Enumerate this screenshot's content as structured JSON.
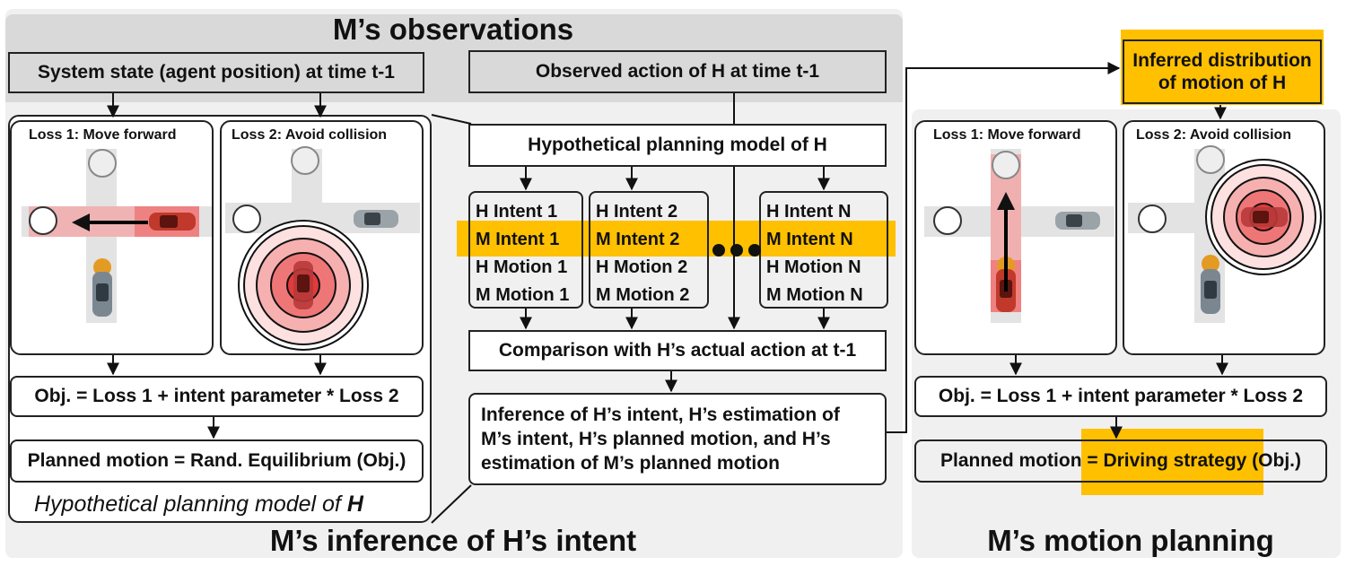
{
  "titles": {
    "observations": "M’s observations",
    "inference": "M’s inference of H’s intent",
    "motion_planning": "M’s motion planning"
  },
  "boxes": {
    "system_state": "System state (agent position) at time t-1",
    "observed_action": "Observed action of H at time t-1",
    "inferred_distribution": "Inferred distribution of motion of H",
    "hypothetical_model": "Hypothetical planning model of H",
    "comparison": "Comparison with H’s actual action at t-1",
    "inference_result": "Inference of H’s intent, H’s estimation of M’s intent, H’s planned motion, and H’s estimation of M’s planned motion",
    "objective_left": "Obj. = Loss 1 + intent parameter * Loss 2",
    "planned_left": "Planned motion = Rand. Equilibrium (Obj.)",
    "objective_right": "Obj. = Loss 1 + intent parameter * Loss 2",
    "planned_right_prefix": "Planned motion = ",
    "planned_right_highlight": "Driving strategy (Obj.)"
  },
  "losses": {
    "loss1": "Loss 1: Move forward",
    "loss2": "Loss 2: Avoid collision"
  },
  "caption": {
    "text": "Hypothetical planning model of ",
    "bold": "H"
  },
  "intents": [
    {
      "h_intent": "H Intent 1",
      "m_intent": "M Intent 1",
      "h_motion": "H Motion 1",
      "m_motion": "M Motion 1"
    },
    {
      "h_intent": "H Intent 2",
      "m_intent": "M Intent 2",
      "h_motion": "H Motion 2",
      "m_motion": "M Motion 2"
    },
    {
      "h_intent": "H Intent N",
      "m_intent": "M Intent N",
      "h_motion": "H Motion N",
      "m_motion": "M Motion N"
    }
  ],
  "colors": {
    "highlight": "#ffc000",
    "panel_bg": "#f0f0f0",
    "observation_bg": "#d9d9d9",
    "loss_red": "#e23b3b"
  },
  "icons": [
    "car-icon",
    "pedestrian-icon",
    "target-circle-icon",
    "arrow-icon",
    "collision-rings-icon",
    "ellipsis-icon"
  ]
}
